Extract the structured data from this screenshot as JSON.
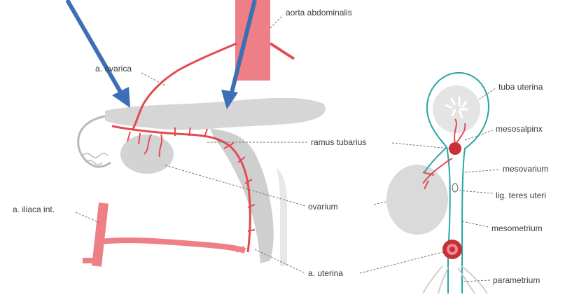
{
  "colors": {
    "artery": "#e24b52",
    "artery_light": "#f08b90",
    "tissue": "#d6d6d6",
    "tissue_dark": "#b9b9b9",
    "membrane": "#2aa6a6",
    "arrow": "#3c6fb5",
    "leader": "#666666",
    "text": "#3a3a3a"
  },
  "labels": {
    "aorta": "aorta abdominalis",
    "ovarica": "a. ovarica",
    "ramus": "ramus tubarius",
    "ovarium": "ovarium",
    "iliaca": "a. iliaca int.",
    "uterina": "a. uterina",
    "tuba": "tuba uterina",
    "mesosalpinx": "mesosalpinx",
    "mesovarium": "mesovarium",
    "lig_teres": "lig. teres uteri",
    "mesometrium": "mesometrium",
    "parametrium": "parametrium"
  }
}
